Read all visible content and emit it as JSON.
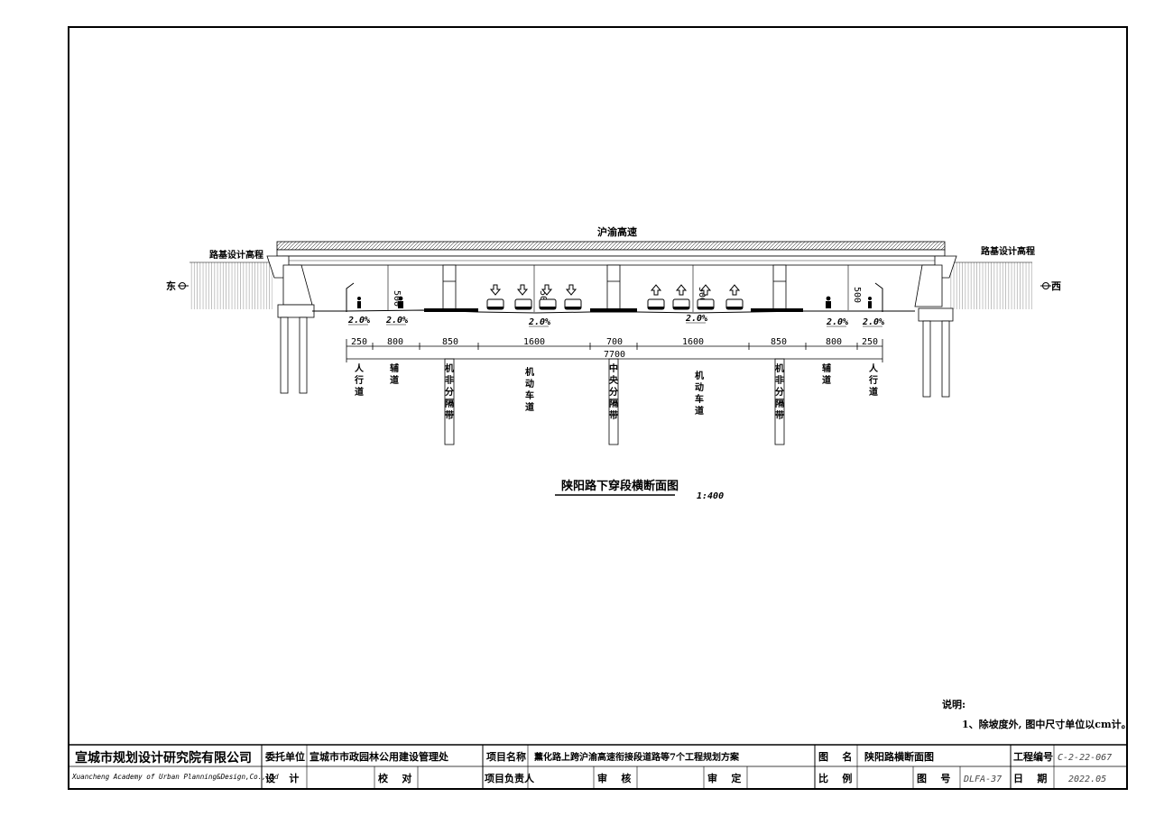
{
  "drawing": {
    "highway_label": "沪渝高速",
    "roadbed_label_left": "路基设计高程",
    "roadbed_label_right": "路基设计高程",
    "direction_left": "东",
    "direction_right": "西",
    "clearance": "500",
    "slopes": {
      "left_walk": "2.0%",
      "left_aux": "2.0%",
      "left_main": "2.0%",
      "right_main": "2.0%",
      "right_aux": "2.0%",
      "right_walk": "2.0%"
    },
    "widths": [
      "250",
      "800",
      "850",
      "1600",
      "700",
      "1600",
      "850",
      "800",
      "250"
    ],
    "total_width": "7700",
    "lanes": [
      "人\n行\n道",
      "辅\n道",
      "机\n非\n分\n隔\n带",
      "机\n动\n车\n道",
      "中\n央\n分\n隔\n带",
      "机\n动\n车\n道",
      "机\n非\n分\n隔\n带",
      "辅\n道",
      "人\n行\n道"
    ],
    "caption": "陕阳路下穿段横断面图",
    "scale": "1:400"
  },
  "notes": {
    "heading": "说明:",
    "line1": "1、除坡度外, 图中尺寸单位以cm计。"
  },
  "titleblock": {
    "company_cn": "宣城市规划设计研究院有限公司",
    "company_en": "Xuancheng Academy of Urban Planning&Design,Co.,Ltd",
    "client_label": "委托单位",
    "client": "宣城市市政园林公用建设管理处",
    "project_label": "项目名称",
    "project": "薰化路上跨沪渝高速衔接段道路等7个工程规划方案",
    "drawing_name_label": "图    名",
    "drawing_name": "陕阳路横断面图",
    "project_no_label": "工程编号",
    "project_no": "C-2-22-067",
    "design_label": "设    计",
    "check_label": "校    对",
    "leader_label": "项目负责人",
    "review_label": "审    核",
    "approve_label": "审    定",
    "scale_label": "比    例",
    "sheet_no_label": "图    号",
    "sheet_no": "DLFA-37",
    "date_label": "日    期",
    "date": "2022.05"
  }
}
